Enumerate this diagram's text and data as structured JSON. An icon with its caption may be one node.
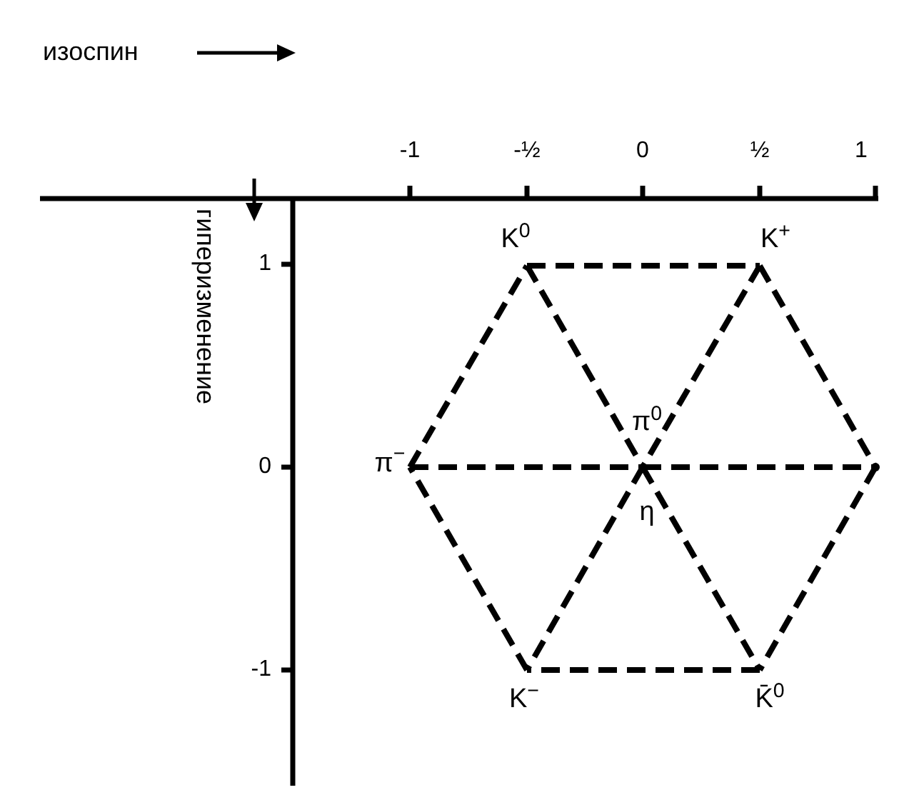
{
  "diagram": {
    "nodes": [
      {
        "text": [
          "K$^{0}$"
        ]
      },
      {
        "text": [
          "K$^{+}$"
        ]
      },
      {
        "text": [
          "π$^{−}$"
        ]
      },
      {
        "text": [
          "π$^{0}$",
          "η"
        ]
      },
      {
        "text": [],
        "shape": "point"
      },
      {
        "text": [
          "K$^{−}$"
        ]
      },
      {
        "text": [
          "K̄$^{0}$"
        ]
      }
    ],
    "edges": [
      {
        "from": 0,
        "to": 1,
        "arrow": "none",
        "style": "dashed"
      },
      {
        "from": 1,
        "to": 4,
        "arrow": "none",
        "style": "dashed"
      },
      {
        "from": 4,
        "to": 6,
        "arrow": "none",
        "style": "dashed"
      },
      {
        "from": 6,
        "to": 5,
        "arrow": "none",
        "style": "dashed"
      },
      {
        "from": 5,
        "to": 2,
        "arrow": "none",
        "style": "dashed"
      },
      {
        "from": 2,
        "to": 0,
        "arrow": "none",
        "style": "dashed"
      },
      {
        "from": 0,
        "to": 3,
        "arrow": "none",
        "style": "dashed"
      },
      {
        "from": 3,
        "to": 6,
        "arrow": "none",
        "style": "dashed"
      },
      {
        "from": 1,
        "to": 3,
        "arrow": "none",
        "style": "dashed"
      },
      {
        "from": 3,
        "to": 5,
        "arrow": "none",
        "style": "dashed"
      },
      {
        "from": 2,
        "to": 3,
        "arrow": "none",
        "style": "dashed"
      },
      {
        "from": 3,
        "to": 4,
        "arrow": "none",
        "style": "dashed"
      }
    ],
    "labels": [
      "изоспин",
      "-1",
      "-½",
      "0",
      "½",
      "1",
      "гиперизменение",
      "1",
      "0",
      "-1"
    ]
  }
}
